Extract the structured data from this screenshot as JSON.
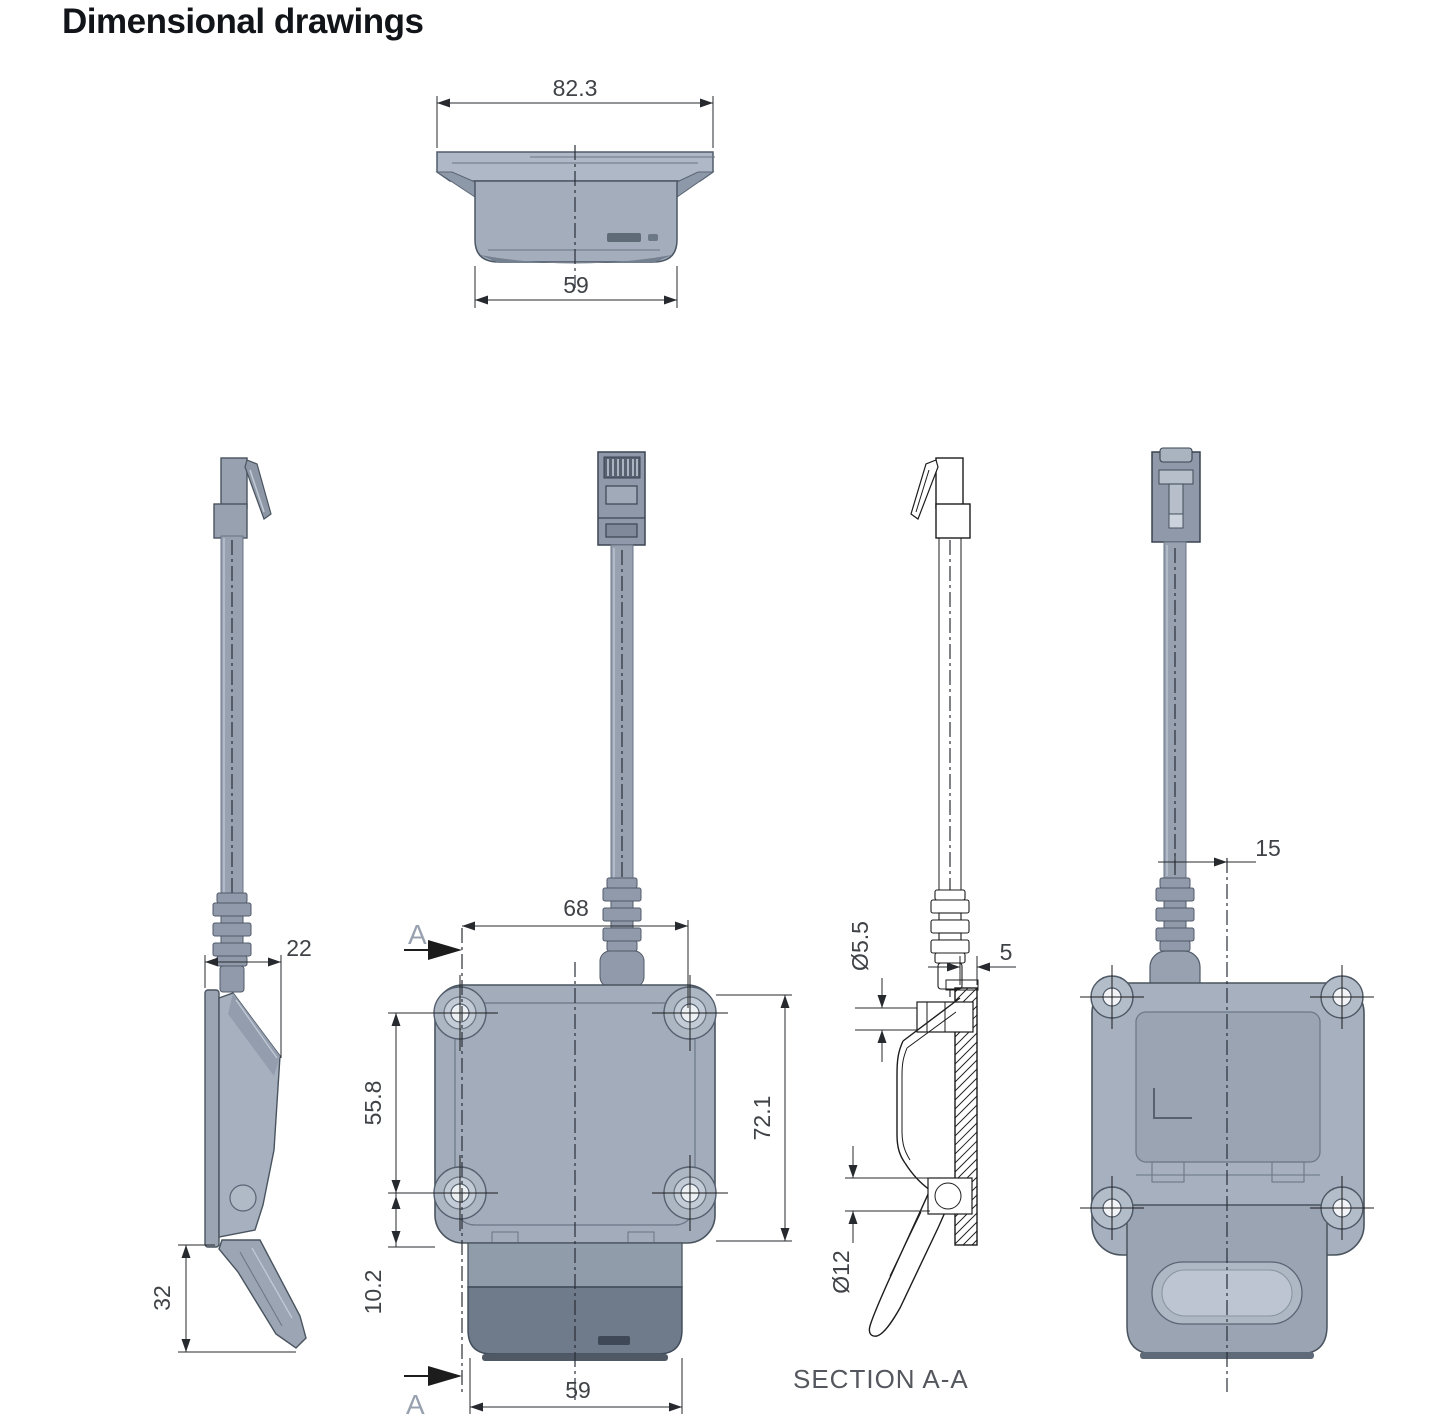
{
  "title": "Dimensional drawings",
  "section_label": "SECTION A-A",
  "marker_letter": "A",
  "dims": {
    "top_outer_width": "82.3",
    "top_inner_width": "59",
    "side_depth": "22",
    "side_hook_height": "32",
    "front_hole_spacing_h": "68",
    "front_hole_spacing_v": "55.8",
    "front_hole_to_bottom": "10.2",
    "front_body_height": "72.1",
    "front_cap_width": "59",
    "section_cable_dia": "Ø5.5",
    "section_plate_thickness": "5",
    "section_bushing_dia": "Ø12",
    "back_cable_offset": "15"
  },
  "colors": {
    "body": "#a6b0bf",
    "body_light": "#b9c2cf",
    "body_dark": "#8d98a8",
    "cap_dark": "#6f7a8a",
    "outline": "#434e5c",
    "dim_line": "#26292d",
    "dim_text": "#3f4347",
    "marker_text": "#98a1af",
    "section_text": "#54585e"
  }
}
